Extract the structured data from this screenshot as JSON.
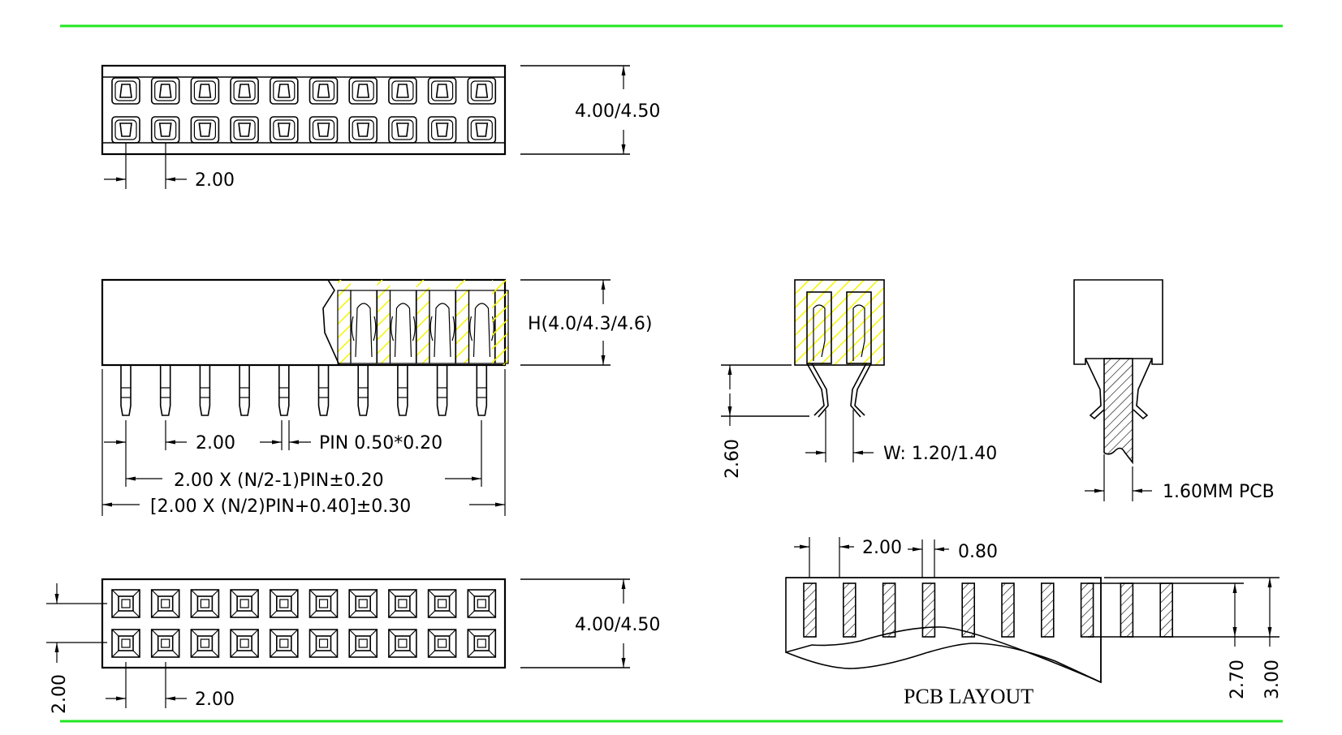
{
  "colors": {
    "border_line": "#22e622",
    "section_hatch": "#f5f500",
    "ink": "#000000"
  },
  "top_view": {
    "rows": 2,
    "columns": 10,
    "pitch_label": "2.00",
    "height_label": "4.00/4.50"
  },
  "side_view": {
    "pin_count": 10,
    "height_label": "H(4.0/4.3/4.6)",
    "pitch_label": "2.00",
    "pin_label": "PIN 0.50*0.20",
    "span_label": "2.00 X (N/2-1)PIN±0.20",
    "overall_label": "[2.00 X (N/2)PIN+0.40]±0.30"
  },
  "end_view": {
    "lead_length_label": "2.60",
    "width_label": "W: 1.20/1.40"
  },
  "mounted_view": {
    "pcb_label": "1.60MM PCB"
  },
  "bottom_view": {
    "rows": 2,
    "columns": 10,
    "row_pitch_label": "2.00",
    "col_pitch_label": "2.00",
    "height_label": "4.00/4.50"
  },
  "pcb_layout": {
    "pad_count": 10,
    "pitch_label": "2.00",
    "pad_width_label": "0.80",
    "pad_length_label": "2.70",
    "outline_label": "3.00",
    "title": "PCB LAYOUT"
  }
}
